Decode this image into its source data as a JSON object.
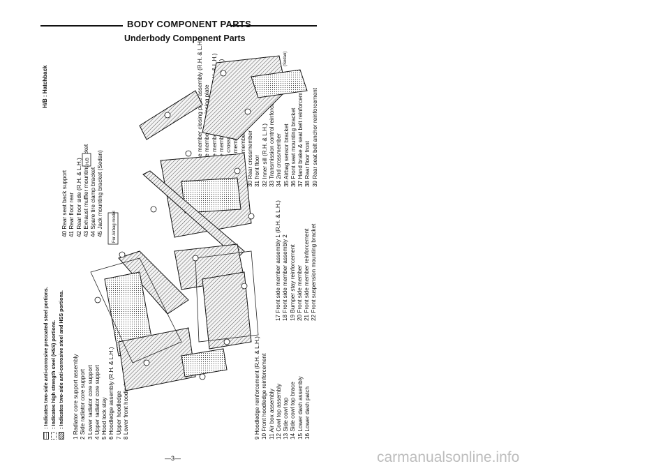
{
  "header": {
    "title": "BODY COMPONENT PARTS",
    "subtitle": "Underbody Component Parts"
  },
  "legend": [
    {
      "text": ": Indicates two-side anti-corrosive precoated steel portions."
    },
    {
      "text": ": Indicates high strength steel (HSS) portions."
    },
    {
      "text": ": Indicates two-side anti-corrosive steel and HSS portions."
    }
  ],
  "hatchback_note": "H/B : Hatchback",
  "parts": {
    "col1": [
      "1 Radiator core support assembly",
      "2 Side radiator core support",
      "3 Lower radiator core support",
      "4 Upper radiator core support",
      "5 Hood lock stay",
      "6 Hoodledge assembly (R.H. & L.H.)",
      "7 Upper hoodledge",
      "8 Lower front hoodledge"
    ],
    "col2": [
      "9 Hoodledge reinforcement (R.H. & L.H.)",
      "10 Front hoodledge reinforcement",
      "11 Air box assembly",
      "12 Cowl top assembly",
      "13 Side cowl top",
      "14 Side cowl top brace",
      "15 Lower dash assembly",
      "16 Lower dash patch"
    ],
    "col3": [
      "17 Front side member assembly 1 (R.H. & L.H.)",
      "18 Front side member assembly 2",
      "19 Bumper stay reinforcement",
      "20 Front side member",
      "21 Front side member reinforcement",
      "22 Front suspension mounting bracket"
    ],
    "col4": [
      "23 Front side member closing plate assembly (R.H. & L.H.)",
      "24 Front side member front closing plate",
      "25 Front side member center extension (R.H. & L.H.)",
      "26 Front side member rear extension (R.H. & L.H.)",
      "27 Rear seat crossmember",
      "28 Rear side member (R.H. & L.H.)",
      "29 Rear side member extension",
      "30 Rear crossmember",
      "31 front floor",
      "32 Inner sill (R.H. & L.H.)",
      "33 Transmission control reinforcement",
      "34 2nd crossmember",
      "35 Airbag sensor bracket",
      "36 Front seat mounting bracket",
      "37 Hand brake & seat belt reinforcement",
      "38 Rear floor front",
      "39 Rear seat belt anchor reinforcement"
    ],
    "col5": [
      "40 Rear seat back support",
      "41 Rear floor rear",
      "42 Rear floor side (R.H. & L.H.)",
      "43 Exhaust muffler mounting bracket",
      "44 Spare tire clamp bracket",
      "45 Jack mounting bracket (Sedan)"
    ]
  },
  "diagram_labels": {
    "airbag": "For Airbag model",
    "hb": "H/B",
    "sedan": "(Sedan)"
  },
  "page_number": "—3—",
  "watermark": "carmanualsonline.info"
}
